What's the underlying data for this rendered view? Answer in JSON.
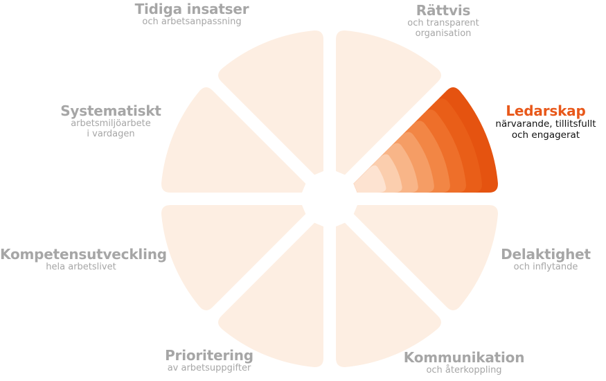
{
  "colors": {
    "segment_inactive": "#fdeee2",
    "active_title": "#e8581a",
    "active_gradient": [
      "#fde3d1",
      "#fbceae",
      "#f8b588",
      "#f59d65",
      "#f28645",
      "#ee6f2a",
      "#e95e18",
      "#e55310"
    ],
    "inactive_text": "#a6a6a6",
    "active_subtext": "#111111"
  },
  "segments": [
    {
      "id": "rattvis",
      "title": "Rättvis",
      "subtitle": [
        "och transparent",
        "organisation"
      ],
      "active": false
    },
    {
      "id": "ledarskap",
      "title": "Ledarskap",
      "subtitle": [
        "närvarande, tillitsfullt",
        "och engagerat"
      ],
      "active": true
    },
    {
      "id": "delaktighet",
      "title": "Delaktighet",
      "subtitle": [
        "och inflytande"
      ],
      "active": false
    },
    {
      "id": "kommunikation",
      "title": "Kommunikation",
      "subtitle": [
        "och återkoppling"
      ],
      "active": false
    },
    {
      "id": "prioritering",
      "title": "Prioritering",
      "subtitle": [
        "av arbetsuppgifter"
      ],
      "active": false
    },
    {
      "id": "kompetensutveckling",
      "title": "Kompetensutveckling",
      "subtitle": [
        "hela arbetslivet"
      ],
      "active": false
    },
    {
      "id": "systematiskt",
      "title": "Systematiskt",
      "subtitle": [
        "arbetsmiljöarbete",
        "i vardagen"
      ],
      "active": false
    },
    {
      "id": "tidiga-insatser",
      "title": "Tidiga insatser",
      "subtitle": [
        "och arbetsanpassning"
      ],
      "active": false
    }
  ]
}
